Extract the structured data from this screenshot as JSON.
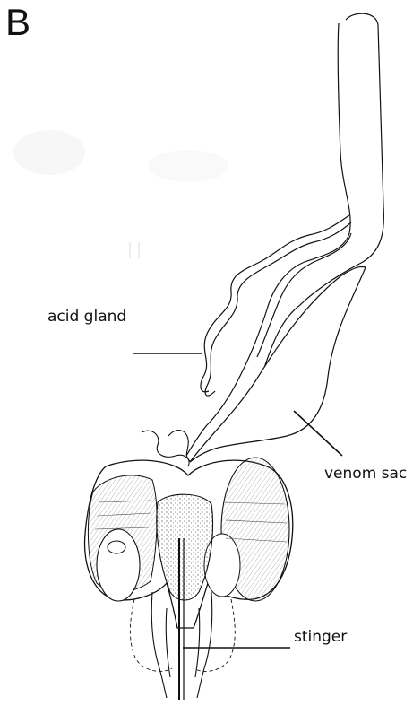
{
  "figure": {
    "panel_letter": "B",
    "labels": {
      "acid_gland": "acid gland",
      "venom_sac": "venom sac",
      "stinger": "stinger"
    },
    "colors": {
      "ink": "#111111",
      "background": "#ffffff",
      "stipple": "#555555",
      "faint_text": "#c8c8c8"
    }
  }
}
